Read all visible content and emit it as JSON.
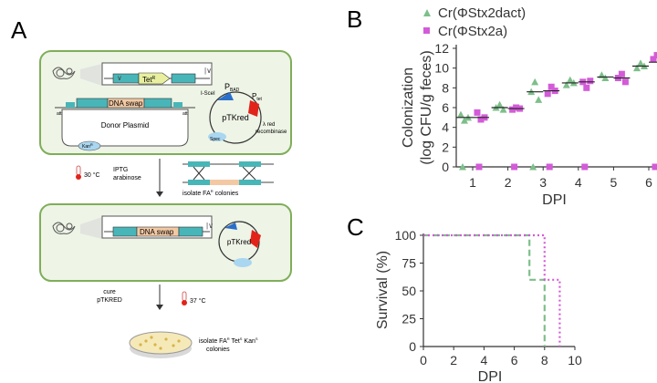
{
  "panel_labels": {
    "a": "A",
    "b": "B",
    "c": "C"
  },
  "schematic": {
    "tet_label": "Tet",
    "tet_sup": "R",
    "dna_swap_label": "DNA swap",
    "att_label": "att",
    "donor_plasmid_label": "Donor Plasmid",
    "kan_label": "Kan",
    "kan_sup": "R",
    "isce_label": "I-SceI",
    "pbad_label": "P",
    "pbad_sub": "BAD",
    "ptet_label": "P",
    "ptet_sub": "tet",
    "ptkred_label": "pTKred",
    "lambda_red_line1": "λ red",
    "lambda_red_line2": "recombinase",
    "spec_label": "Spec",
    "temp1": "30 °C",
    "inducer_line1": "IPTG",
    "inducer_line2": "arabinose",
    "isolate_fa": "isolate FA",
    "isolate_fa_sup": "R",
    "isolate_fa_tail": " colonies",
    "cure_line1": "cure",
    "cure_line2": "pTKRED",
    "temp2": "37 °C",
    "final_line1": "isolate FA",
    "final_sup1": "R",
    "final_mid1": " Tet",
    "final_sup2": "S",
    "final_mid2": " Kan",
    "final_sup3": "S",
    "final_line2": "colonies",
    "colors": {
      "box_fill": "#eef4e6",
      "box_stroke": "#7fae5a",
      "teal": "#48b6b8",
      "swap": "#f3c9a4",
      "tet_arrow": "#e8f0a0",
      "red": "#e2231a",
      "blue": "#2a6fc9",
      "lightblue": "#a9d6f0"
    }
  },
  "chart_data": [
    {
      "type": "scatter",
      "panel": "B",
      "ylabel_line1": "Colonization",
      "ylabel_line2": "(log CFU/g feces)",
      "xlabel": "DPI",
      "categories": [
        "1",
        "2",
        "3",
        "4",
        "5",
        "6"
      ],
      "ylim": [
        0,
        12
      ],
      "yticks": [
        "0",
        "2",
        "4",
        "6",
        "8",
        "10",
        "12"
      ],
      "legend_position": "top",
      "series": [
        {
          "name": "Cr(ΦStx2dact)",
          "marker": "triangle",
          "color": "#7dbf8a",
          "points": [
            [
              5.3,
              4.7,
              5.0,
              0
            ],
            [
              6.0,
              6.3,
              5.8
            ],
            [
              7.6,
              8.6,
              6.8,
              0
            ],
            [
              8.3,
              8.8,
              8.5
            ],
            [
              9.3,
              9.0
            ],
            [
              10.0,
              10.5,
              10.2
            ]
          ],
          "medians": [
            5.0,
            6.0,
            7.6,
            8.5,
            9.1,
            10.2
          ]
        },
        {
          "name": "Cr(ΦStx2a)",
          "marker": "square",
          "color": "#d35bd8",
          "points": [
            [
              5.5,
              4.8,
              5.0,
              0
            ],
            [
              5.8,
              6.0,
              5.9,
              0
            ],
            [
              7.4,
              8.1,
              7.7,
              0
            ],
            [
              8.6,
              8.0,
              8.7,
              0
            ],
            [
              9.0,
              9.4,
              8.6
            ],
            [
              10.9,
              11.3,
              10.4,
              0
            ]
          ],
          "medians": [
            5.0,
            5.9,
            7.7,
            8.6,
            9.0,
            10.6
          ]
        }
      ]
    },
    {
      "type": "line",
      "panel": "C",
      "style": "survival-step",
      "ylabel": "Survival (%)",
      "xlabel": "DPI",
      "xlim": [
        0,
        10
      ],
      "ylim": [
        0,
        100
      ],
      "xticks": [
        "0",
        "2",
        "4",
        "6",
        "8",
        "10"
      ],
      "yticks": [
        "0",
        "25",
        "50",
        "75",
        "100"
      ],
      "series": [
        {
          "name": "Cr(ΦStx2dact)",
          "color": "#7dbf8a",
          "dash": "dashed",
          "steps": [
            [
              0,
              100
            ],
            [
              7,
              100
            ],
            [
              7,
              60
            ],
            [
              8,
              60
            ],
            [
              8,
              0
            ]
          ]
        },
        {
          "name": "Cr(ΦStx2a)",
          "color": "#d35bd8",
          "dash": "dotted",
          "steps": [
            [
              0,
              100
            ],
            [
              8,
              100
            ],
            [
              8,
              60
            ],
            [
              9,
              60
            ],
            [
              9,
              0
            ]
          ]
        }
      ]
    }
  ]
}
